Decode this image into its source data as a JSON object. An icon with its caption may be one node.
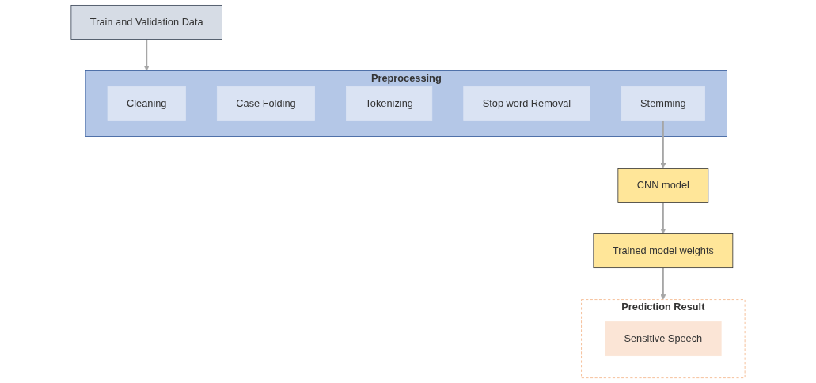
{
  "diagram": {
    "nodes": [
      {
        "text": [
          "Train and Validation Data"
        ]
      },
      {
        "text": [
          "Preprocessing"
        ]
      },
      {
        "text": [
          "Cleaning"
        ],
        "in": 1
      },
      {
        "text": [
          "Case Folding"
        ],
        "in": 1
      },
      {
        "text": [
          "Tokenizing"
        ],
        "in": 1
      },
      {
        "text": [
          "Stop word Removal"
        ],
        "in": 1
      },
      {
        "text": [
          "Stemming"
        ],
        "in": 1
      },
      {
        "text": [
          "Trained model weights"
        ]
      },
      {
        "text": [
          "CNN model"
        ]
      },
      {
        "text": [
          "Prediction Result"
        ]
      },
      {
        "text": [
          "Sensitive Speech"
        ],
        "in": 9
      }
    ],
    "edges": [
      {
        "from": 0,
        "to": 1,
        "arrow": "to"
      },
      {
        "from": 6,
        "to": 8,
        "arrow": "to"
      },
      {
        "from": 8,
        "to": 7,
        "arrow": "to"
      },
      {
        "from": 7,
        "to": 9,
        "arrow": "to"
      }
    ]
  }
}
